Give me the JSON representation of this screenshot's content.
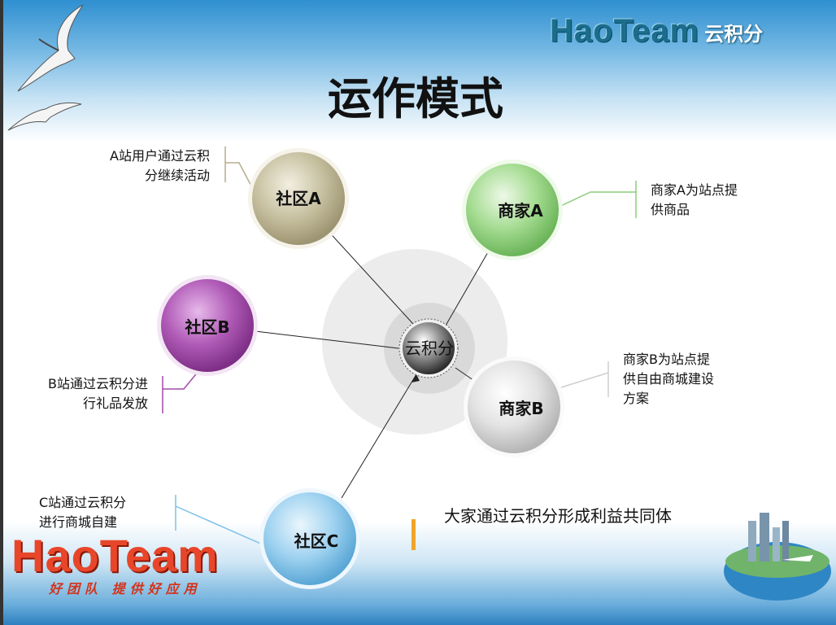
{
  "header": {
    "brand_word": "HaoTeam",
    "brand_cn": "云积分",
    "title": "运作模式"
  },
  "center": {
    "label": "云积分"
  },
  "nodes": {
    "community_a": {
      "label": "社区A",
      "note": [
        "A站用户通过云积",
        "分继续活动"
      ],
      "color": "#b5ad8a"
    },
    "community_b": {
      "label": "社区B",
      "note": [
        "B站通过云积分进",
        "行礼品发放"
      ],
      "color": "#a24aa8"
    },
    "community_c": {
      "label": "社区C",
      "note": [
        "C站通过云积分",
        "进行商城自建"
      ],
      "color": "#7fc0e6"
    },
    "merchant_a": {
      "label": "商家A",
      "note": [
        "商家A为站点提",
        "供商品"
      ],
      "color": "#8ccd7a"
    },
    "merchant_b": {
      "label": "商家B",
      "note": [
        "商家B为站点提",
        "供自由商城建设",
        "方案"
      ],
      "color": "#d5d5d5"
    }
  },
  "summary": "大家通过云积分形成利益共同体",
  "footer": {
    "brand_word": "HaoTeam",
    "slogan": "好团队 提供好应用"
  }
}
